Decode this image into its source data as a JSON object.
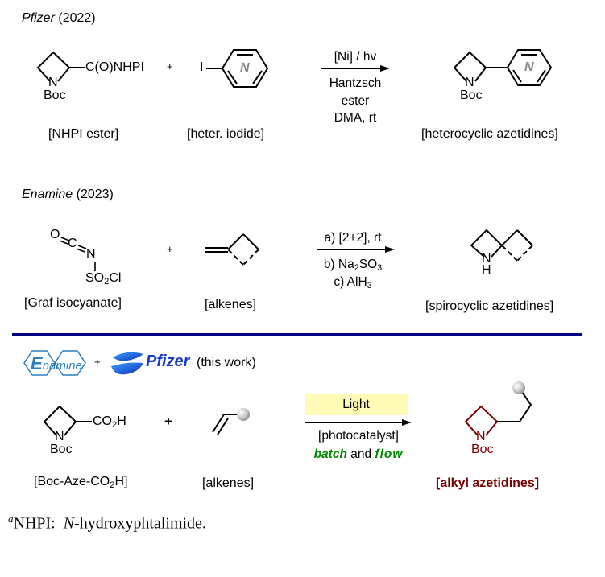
{
  "section1": {
    "company": "Pfizer",
    "year": "(2022)",
    "reactant1": {
      "substituent": "C(O)NHPI",
      "n_label": "N",
      "protecting_group": "Boc",
      "caption": "[NHPI ester]"
    },
    "plus": "+",
    "reactant2": {
      "halogen": "I",
      "ring_atom": "N",
      "caption": "[heter. iodide]"
    },
    "conditions_above": "[Ni] / hv",
    "conditions_below": [
      "Hantzsch",
      "ester",
      "DMA, rt"
    ],
    "product": {
      "n_label": "N",
      "protecting_group": "Boc",
      "ring_atom": "N",
      "caption": "[heterocyclic azetidines]"
    }
  },
  "section2": {
    "company": "Enamine",
    "year": "(2023)",
    "reactant1": {
      "o": "O",
      "c": "C",
      "n": "N",
      "group_pre": "SO",
      "group_sub": "2",
      "group_post": "Cl",
      "caption": "[Graf isocyanate]"
    },
    "plus": "+",
    "reactant2": {
      "caption": "[alkenes]"
    },
    "conditions_above": "a) [2+2], rt",
    "conditions_b_pre": "b) Na",
    "conditions_b_sub1": "2",
    "conditions_b_mid": "SO",
    "conditions_b_sub2": "3",
    "conditions_c_pre": "c) AlH",
    "conditions_c_sub": "3",
    "product": {
      "n_label": "N",
      "h_label": "H",
      "caption": "[spirocyclic azetidines]"
    }
  },
  "section3": {
    "logo1": {
      "e": "E",
      "rest": "namine"
    },
    "plus_logo": "+",
    "logo2": "Pfizer",
    "this_work": "(this work)",
    "reactant1": {
      "sub_pre": "CO",
      "sub_sub": "2",
      "sub_post": "H",
      "n_label": "N",
      "protecting_group": "Boc",
      "caption_pre": "[Boc-Aze-CO",
      "caption_sub": "2",
      "caption_post": "H]"
    },
    "plus": "+",
    "reactant2": {
      "caption": "[alkenes]"
    },
    "conditions_box": "Light",
    "conditions_below": "[photocatalyst]",
    "mode1": "batch",
    "mode_and": "and",
    "mode2": "flow",
    "product": {
      "n_label": "N",
      "protecting_group": "Boc",
      "caption": "[alkyl azetidines]"
    }
  },
  "footnote": {
    "marker": "a",
    "abbr": "NHPI:",
    "term_italic": "N",
    "term_rest": "-hydroxyphtalimide."
  },
  "colors": {
    "divider": "#000080",
    "product_red": "#7a0000",
    "mode_green": "#008800",
    "light_box": "#fffbb6",
    "pfizer_blue": "#1a3cc8",
    "enamine_blue": "#2a7fc0"
  }
}
